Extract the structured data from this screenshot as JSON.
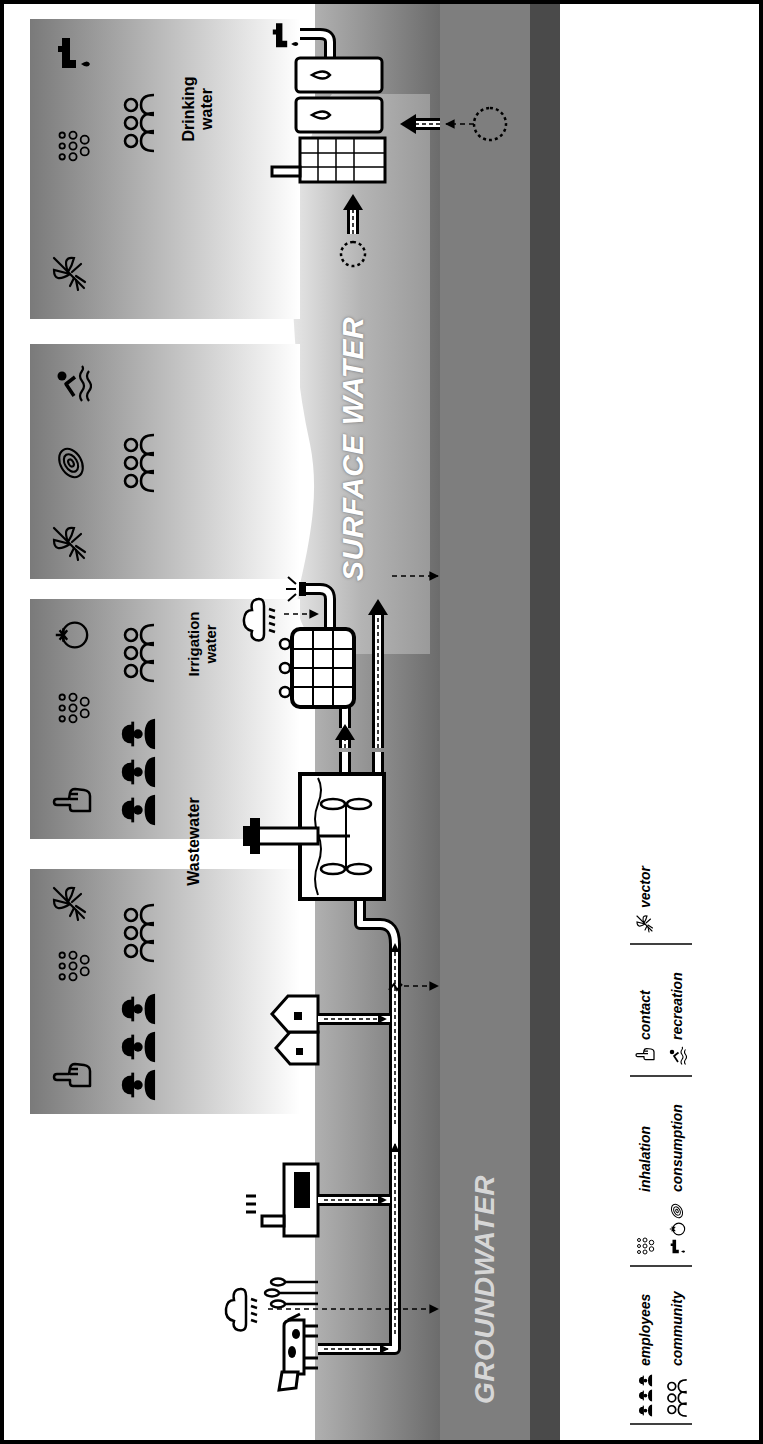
{
  "diagram": {
    "nodes": [
      {
        "text": [
          "Wastewater"
        ]
      },
      {
        "text": [
          "Irrigation water"
        ]
      },
      {
        "text": [
          "Drinking water"
        ]
      },
      {
        "text": [
          "SURFACE WATER"
        ]
      },
      {
        "text": [
          "GROUNDWATER"
        ]
      }
    ],
    "edges": [
      {
        "from": 0,
        "to": 1,
        "arrow": "to"
      },
      {
        "from": 0,
        "to": 3,
        "arrow": "to"
      },
      {
        "from": 3,
        "to": 2,
        "arrow": "to"
      },
      {
        "from": 4,
        "to": 2,
        "arrow": "to"
      }
    ],
    "legend": [
      {
        "text": "employees"
      },
      {
        "text": "community"
      },
      {
        "text": "inhalation"
      },
      {
        "text": "consumption"
      },
      {
        "text": "contact"
      },
      {
        "text": "recreation"
      },
      {
        "text": "vector"
      }
    ]
  }
}
